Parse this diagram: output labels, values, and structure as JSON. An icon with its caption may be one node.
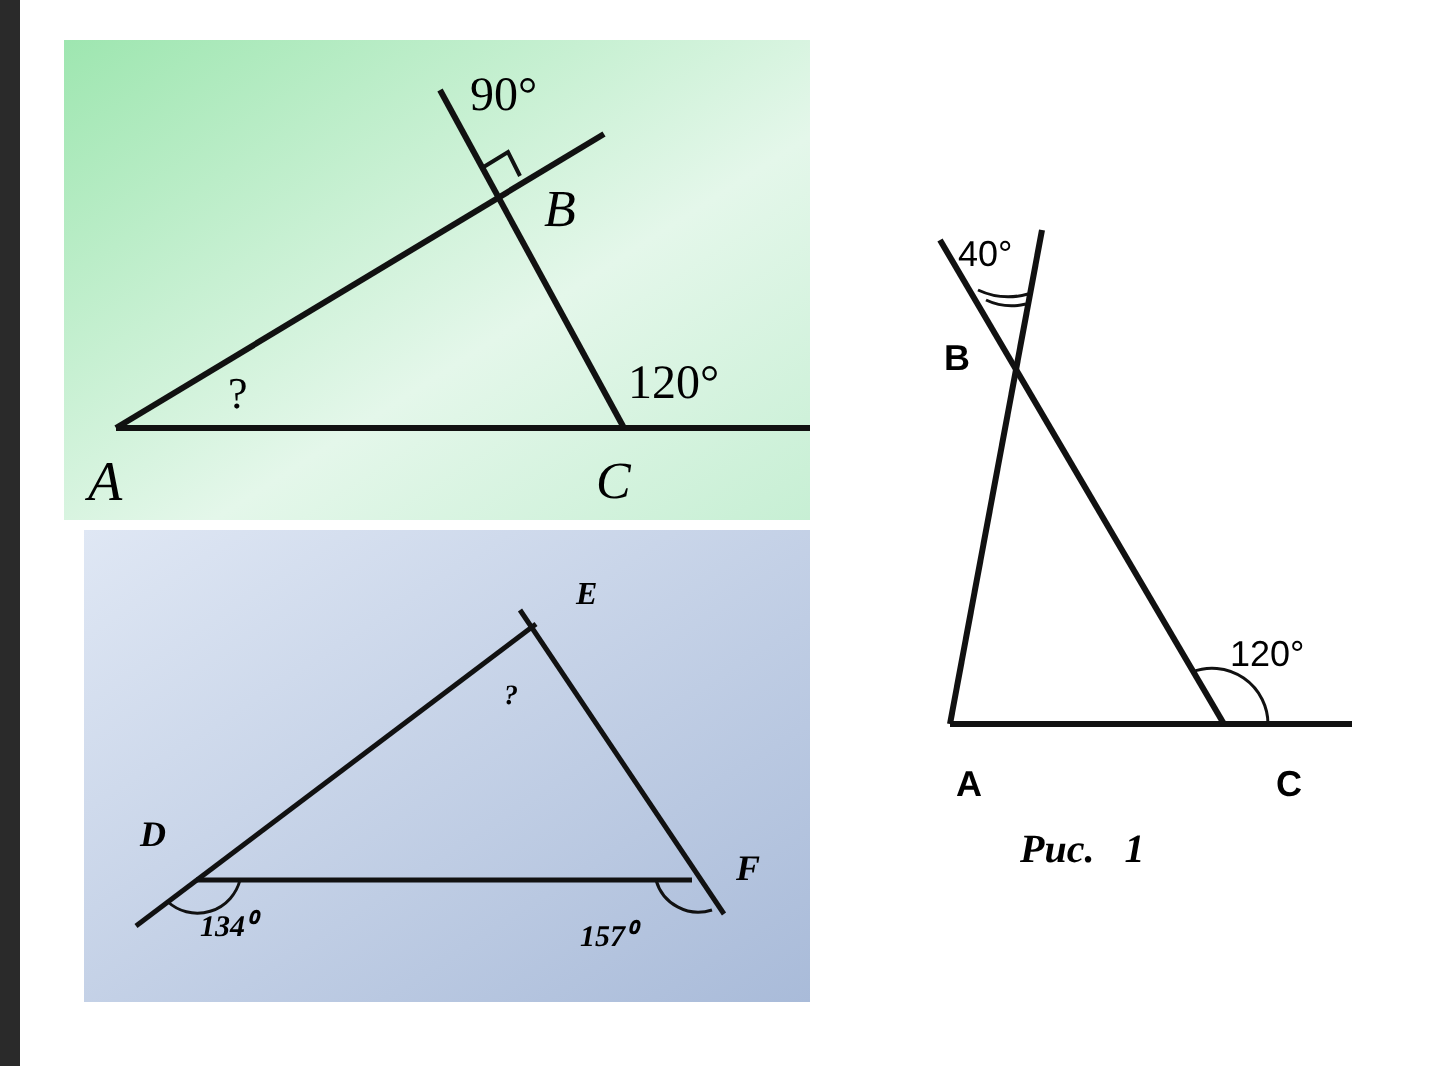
{
  "diagram": {
    "labels": [
      "90°",
      "B",
      "?",
      "120°",
      "A",
      "C",
      "E",
      "?",
      "D",
      "F",
      "134⁰",
      "157⁰",
      "40°",
      "B",
      "120°",
      "A",
      "C",
      "Рис.   1"
    ]
  }
}
